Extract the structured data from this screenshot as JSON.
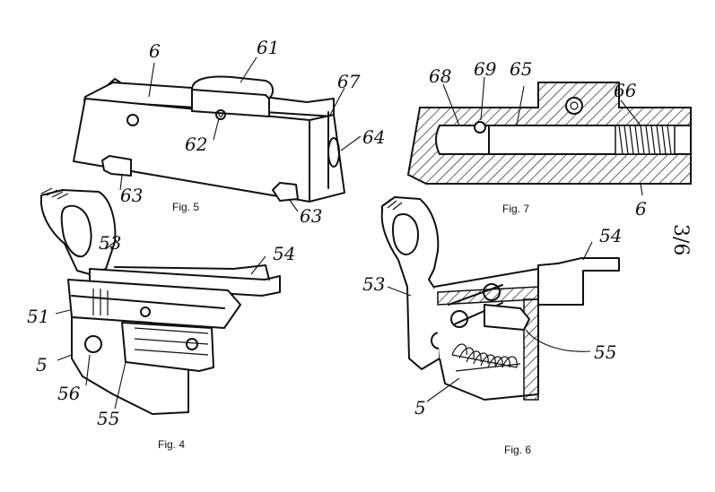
{
  "sheet_number": "3/6",
  "figures": {
    "fig5": {
      "caption": "Fig. 5",
      "labels": {
        "l6": "6",
        "l61": "61",
        "l62": "62",
        "l63a": "63",
        "l63b": "63",
        "l64": "64",
        "l67": "67"
      }
    },
    "fig7": {
      "caption": "Fig. 7",
      "labels": {
        "l68": "68",
        "l69": "69",
        "l65": "65",
        "l66": "66",
        "l6": "6"
      }
    },
    "fig4": {
      "caption": "Fig. 4",
      "labels": {
        "l53": "53",
        "l54": "54",
        "l51": "51",
        "l5": "5",
        "l56": "56",
        "l55": "55"
      }
    },
    "fig6": {
      "caption": "Fig. 6",
      "labels": {
        "l54": "54",
        "l53": "53",
        "l55": "55",
        "l5": "5"
      }
    }
  }
}
